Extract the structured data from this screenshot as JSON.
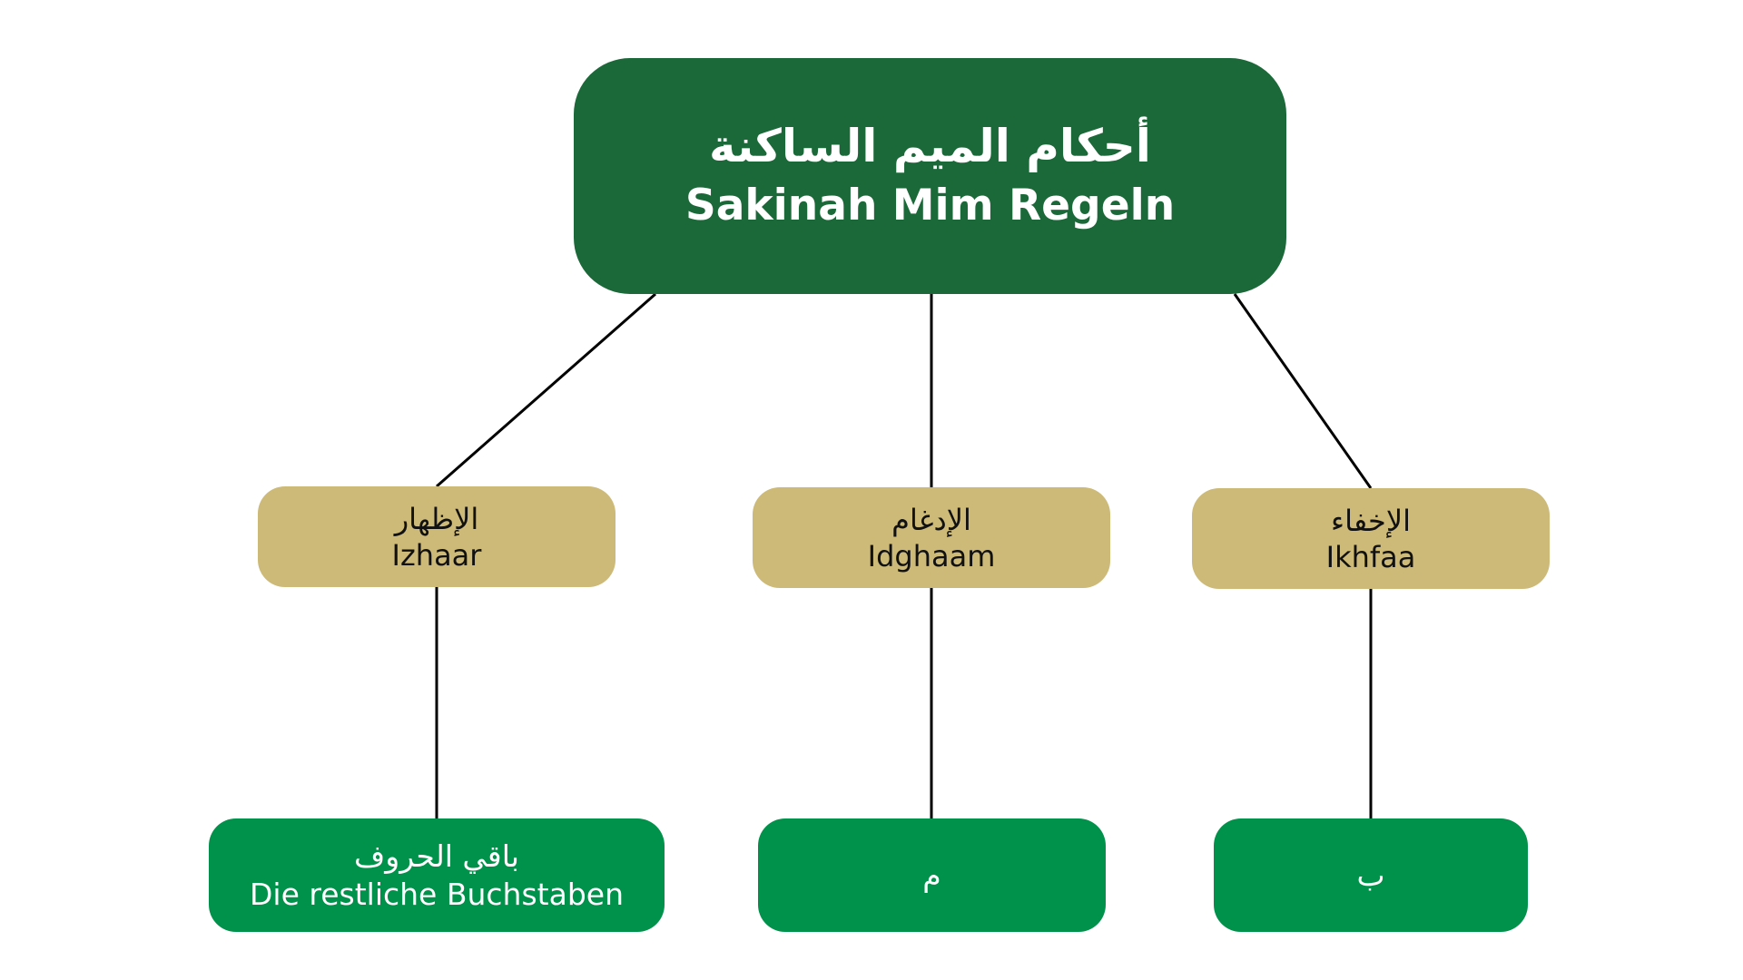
{
  "root": {
    "arabic": "أحكام الميم الساكنة",
    "german": "Sakinah Mim Regeln"
  },
  "rules": [
    {
      "arabic": "الإظهار",
      "latin": "Izhaar",
      "letters_arabic": "باقي الحروف",
      "letters_german": "Die restliche Buchstaben"
    },
    {
      "arabic": "الإدغام",
      "latin": "Idghaam",
      "letters_arabic": "م",
      "letters_german": ""
    },
    {
      "arabic": "الإخفاء",
      "latin": "Ikhfaa",
      "letters_arabic": "ب",
      "letters_german": ""
    }
  ],
  "colors": {
    "root_fill": "#1b6839",
    "rule_fill": "#cdba78",
    "letters_fill": "#00924a",
    "connector": "#000000"
  }
}
